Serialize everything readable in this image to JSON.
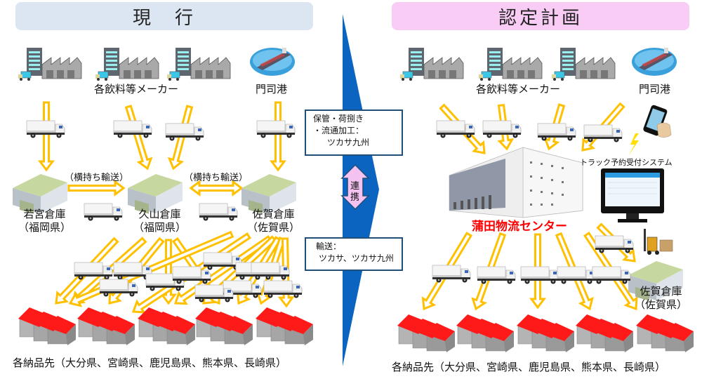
{
  "left_panel": {
    "title": "現　行",
    "manufacturers_label": "各飲料等メーカー",
    "port_label": "門司港",
    "transfer_label_1": "（横持ち輸送）",
    "transfer_label_2": "（横持ち輸送）",
    "warehouses": [
      {
        "name": "若宮倉庫",
        "pref": "（福岡県）"
      },
      {
        "name": "久山倉庫",
        "pref": "（福岡県）"
      },
      {
        "name": "佐賀倉庫",
        "pref": "（佐賀県）"
      }
    ],
    "destinations_label": "各納品先（大分県、宮崎県、鹿児島県、熊本県、長崎県）"
  },
  "center": {
    "box_top": {
      "line1": "保管・荷捌き",
      "line2": "・流通加工：",
      "line3": "ツカサ九州"
    },
    "link_label_1": "連",
    "link_label_2": "携",
    "box_bottom": {
      "line1": "輸送：",
      "line2": "ツカサ、ツカサ九州"
    }
  },
  "right_panel": {
    "title": "認定計画",
    "manufacturers_label": "各飲料等メーカー",
    "port_label": "門司港",
    "system_label": "トラック予約受付システム",
    "center_label": "蒲田物流センター",
    "warehouse": {
      "name": "佐賀倉庫",
      "pref": "（佐賀県）"
    },
    "destinations_label": "各納品先（大分県、宮崎県、鹿児島県、熊本県、長崎県）"
  },
  "colors": {
    "title_left_bg": "#dce6f2",
    "title_right_bg": "#f9ccf6",
    "arrow_outline": "#ffc000",
    "chevron_blue": "#0b64c0",
    "box_border": "#1f4e79",
    "link_arrow_fill": "#f4c2f0",
    "center_label": "#ff0000",
    "destination_roof": "#ff0000"
  }
}
